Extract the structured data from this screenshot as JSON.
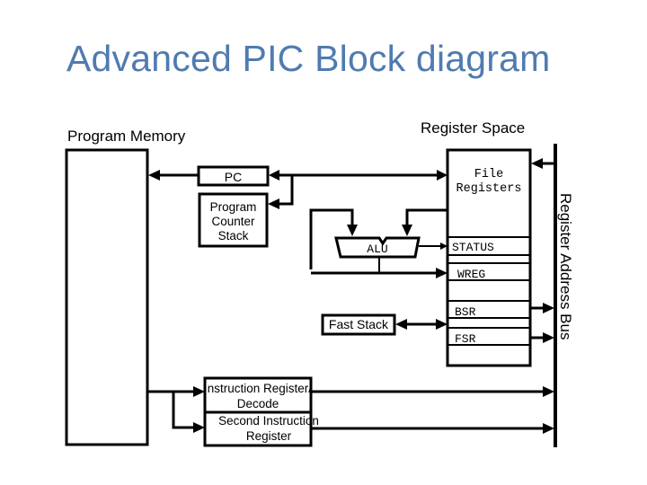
{
  "title": "Advanced PIC Block diagram",
  "labels": {
    "program_memory": "Program Memory",
    "register_space": "Register Space",
    "register_address_bus": "Register Address Bus"
  },
  "blocks": {
    "pc": "PC",
    "pc_stack": [
      "Program",
      "Counter",
      "Stack"
    ],
    "alu": "ALU",
    "fast_stack": "Fast Stack",
    "file_registers": [
      "File",
      "Registers"
    ],
    "instruction_register": [
      "Instruction Register/",
      "Decode"
    ],
    "second_instruction_register": [
      "Second Instruction",
      "Register"
    ]
  },
  "registers": [
    "STATUS",
    "WREG",
    "BSR",
    "FSR"
  ],
  "colors": {
    "title": "#4f7bb0",
    "line": "#000000",
    "background": "#ffffff"
  }
}
